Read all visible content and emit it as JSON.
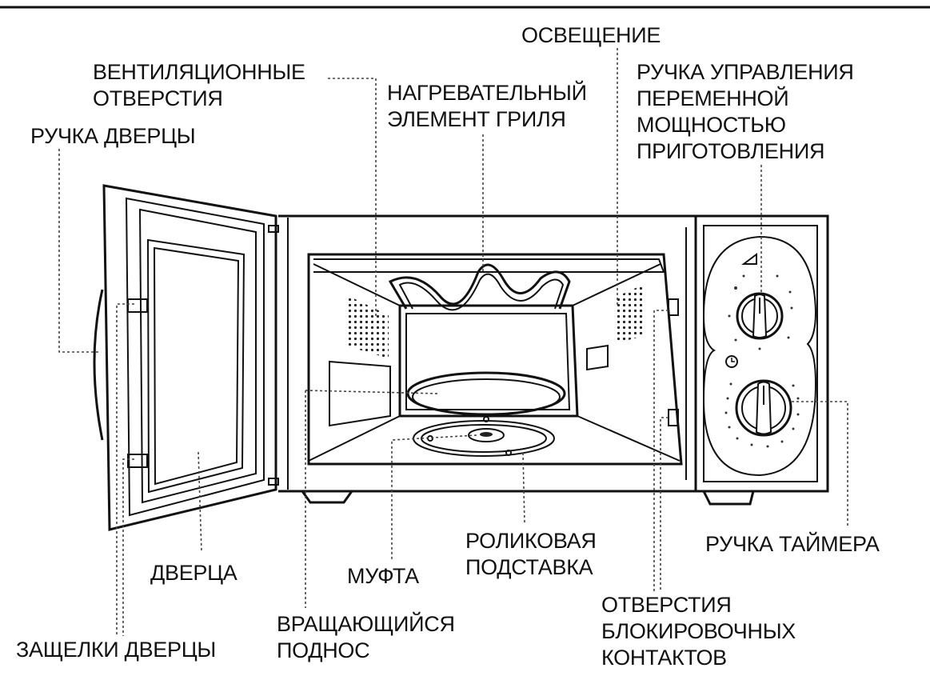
{
  "labels": {
    "lighting": [
      "ОСВЕЩЕНИЕ"
    ],
    "ventilation": [
      "ВЕНТИЛЯЦИОННЫЕ",
      "ОТВЕРСТИЯ"
    ],
    "grill": [
      "НАГРЕВАТЕЛЬНЫЙ",
      "ЭЛЕМЕНТ ГРИЛЯ"
    ],
    "power_knob": [
      "РУЧКА УПРАВЛЕНИЯ",
      "ПЕРЕМЕННОЙ",
      "МОЩНОСТЬЮ",
      "ПРИГОТОВЛЕНИЯ"
    ],
    "door_handle": [
      "РУЧКА ДВЕРЦЫ"
    ],
    "timer_knob": [
      "РУЧКА ТАЙМЕРА"
    ],
    "roller_ring": [
      "РОЛИКОВАЯ",
      "ПОДСТАВКА"
    ],
    "door": [
      "ДВЕРЦА"
    ],
    "coupler": [
      "МУФТА"
    ],
    "interlock": [
      "ОТВЕРСТИЯ",
      "БЛОКИРОВОЧНЫХ",
      "КОНТАКТОВ"
    ],
    "turntable": [
      "ВРАЩАЮЩИЙСЯ",
      "ПОДНОС"
    ],
    "door_latches": [
      "ЗАЩЕЛКИ ДВЕРЦЫ"
    ]
  }
}
